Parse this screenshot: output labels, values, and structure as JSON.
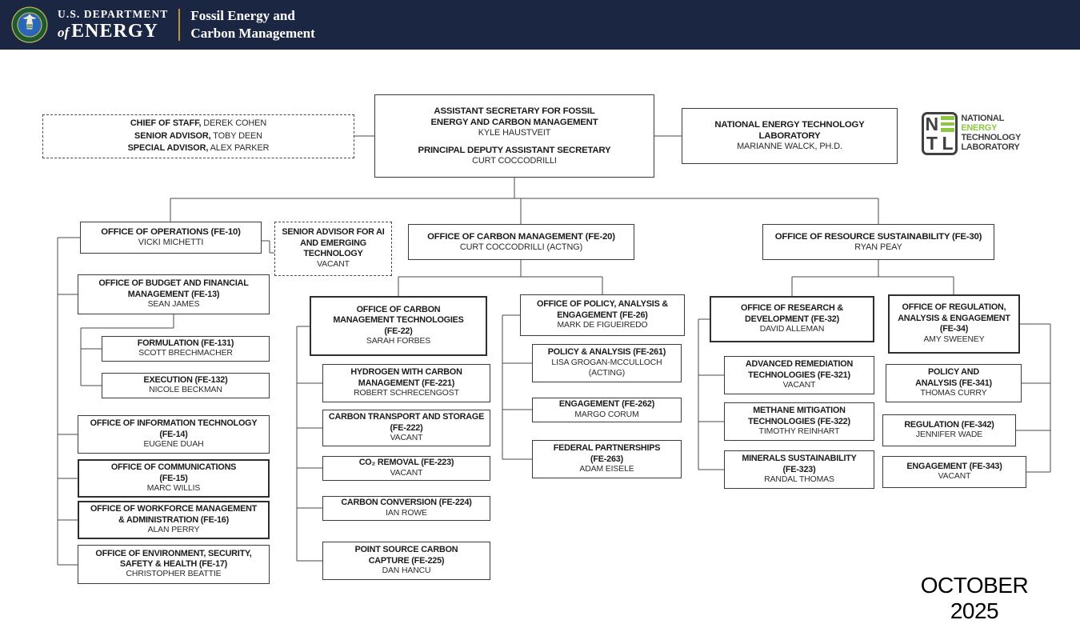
{
  "header": {
    "dept_small": "U.S. DEPARTMENT",
    "dept_of": "of",
    "dept_name": "ENERGY",
    "program_line1": "Fossil Energy and",
    "program_line2": "Carbon Management"
  },
  "netl_logo": {
    "n": "N",
    "t": "T",
    "l": "L",
    "lines": [
      "NATIONAL",
      "ENERGY",
      "TECHNOLOGY",
      "LABORATORY"
    ]
  },
  "advisors": {
    "rows": [
      {
        "role": "CHIEF OF STAFF,",
        "name": " DEREK COHEN"
      },
      {
        "role": "SENIOR ADVISOR,",
        "name": " TOBY DEEN"
      },
      {
        "role": "SPECIAL ADVISOR,",
        "name": " ALEX PARKER"
      }
    ]
  },
  "boxes": {
    "asfe": {
      "title1": "ASSISTANT SECRETARY FOR FOSSIL\nENERGY AND CARBON MANAGEMENT",
      "name1": "KYLE HAUSTVEIT",
      "title2": "PRINCIPAL DEPUTY ASSISTANT SECRETARY",
      "name2": "CURT COCCODRILLI"
    },
    "netl": {
      "title": "NATIONAL ENERGY TECHNOLOGY\nLABORATORY",
      "name": "MARIANNE WALCK, PH.D."
    },
    "fe10": {
      "title": "OFFICE OF OPERATIONS  (FE-10)",
      "name": "VICKI MICHETTI"
    },
    "ai_advisor": {
      "title": "SENIOR ADVISOR FOR AI\nAND EMERGING\nTECHNOLOGY",
      "name": "VACANT"
    },
    "fe20": {
      "title": "OFFICE OF CARBON MANAGEMENT (FE-20)",
      "name": "CURT COCCODRILLI  (ACTNG)"
    },
    "fe30": {
      "title": "OFFICE OF RESOURCE SUSTAINABILITY (FE-30)",
      "name": "RYAN PEAY"
    },
    "fe13": {
      "title": "OFFICE OF BUDGET AND FINANCIAL\nMANAGEMENT (FE-13)",
      "name": "SEAN JAMES"
    },
    "fe131": {
      "title": "FORMULATION (FE-131)",
      "name": "SCOTT BRECHMACHER"
    },
    "fe132": {
      "title": "EXECUTION (FE-132)",
      "name": "NICOLE BECKMAN"
    },
    "fe14": {
      "title": "OFFICE OF INFORMATION TECHNOLOGY\n(FE-14)",
      "name": "EUGENE DUAH"
    },
    "fe15": {
      "title": "OFFICE OF COMMUNICATIONS\n(FE-15)",
      "name": "MARC WILLIS"
    },
    "fe16": {
      "title": "OFFICE OF WORKFORCE MANAGEMENT\n& ADMINISTRATION (FE-16)",
      "name": "ALAN PERRY"
    },
    "fe17": {
      "title": "OFFICE OF ENVIRONMENT, SECURITY,\nSAFETY & HEALTH (FE-17)",
      "name": "CHRISTOPHER BEATTIE"
    },
    "fe22": {
      "title": "OFFICE OF CARBON\nMANAGEMENT TECHNOLOGIES\n(FE-22)",
      "name": "SARAH FORBES"
    },
    "fe221": {
      "title": "HYDROGEN WITH CARBON\nMANAGEMENT (FE-221)",
      "name": "ROBERT SCHRECENGOST"
    },
    "fe222": {
      "title": "CARBON TRANSPORT AND STORAGE\n(FE-222)",
      "name": "VACANT"
    },
    "fe223": {
      "title": "CO₂ REMOVAL (FE-223)",
      "name": "VACANT"
    },
    "fe224": {
      "title": "CARBON CONVERSION (FE-224)",
      "name": "IAN ROWE"
    },
    "fe225": {
      "title": "POINT SOURCE CARBON\nCAPTURE (FE-225)",
      "name": "DAN HANCU"
    },
    "fe26": {
      "title": "OFFICE OF POLICY, ANALYSIS &\nENGAGEMENT (FE-26)",
      "name": "MARK DE FIGUEIREDO"
    },
    "fe261": {
      "title": "POLICY & ANALYSIS (FE-261)",
      "name": "LISA GROGAN-MCCULLOCH\n(ACTING)"
    },
    "fe262": {
      "title": "ENGAGEMENT  (FE-262)",
      "name": "MARGO CORUM"
    },
    "fe263": {
      "title": "FEDERAL PARTNERSHIPS\n(FE-263)",
      "name": "ADAM EISELE"
    },
    "fe32": {
      "title": "OFFICE OF RESEARCH &\nDEVELOPMENT (FE-32)",
      "name": "DAVID ALLEMAN"
    },
    "fe321": {
      "title": "ADVANCED REMEDIATION\nTECHNOLOGIES (FE-321)",
      "name": "VACANT"
    },
    "fe322": {
      "title": "METHANE MITIGATION\nTECHNOLOGIES (FE-322)",
      "name": "TIMOTHY REINHART"
    },
    "fe323": {
      "title": "MINERALS SUSTAINABILITY\n(FE-323)",
      "name": "RANDAL THOMAS"
    },
    "fe34": {
      "title": "OFFICE OF REGULATION,\nANALYSIS & ENGAGEMENT\n(FE-34)",
      "name": "AMY SWEENEY"
    },
    "fe341": {
      "title": "POLICY AND\nANALYSIS (FE-341)",
      "name": "THOMAS CURRY"
    },
    "fe342": {
      "title": "REGULATION (FE-342)",
      "name": "JENNIFER WADE"
    },
    "fe343": {
      "title": "ENGAGEMENT (FE-343)",
      "name": "VACANT"
    }
  },
  "date_label": "OCTOBER 2025",
  "colors": {
    "header_bg": "#1a2642",
    "gold_divider": "#b5953f",
    "netl_green": "#8dc63f",
    "connector_line": "#4a4a4a",
    "box_border": "#3b3b3b"
  }
}
